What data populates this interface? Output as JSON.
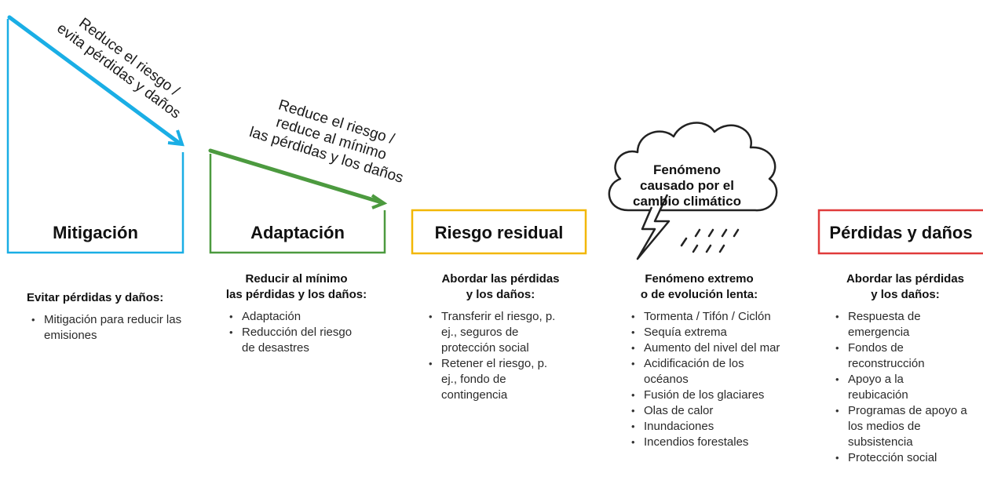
{
  "colors": {
    "mitigation": "#1aaee5",
    "adaptation": "#4c9a3f",
    "residual": "#f2b705",
    "loss": "#e03b3b",
    "outline": "#222222"
  },
  "arrows": {
    "mitigation_label": [
      "Reduce el riesgo /",
      "evita pérdidas y daños"
    ],
    "adaptation_label": [
      "Reduce el riesgo /",
      "reduce al mínimo",
      "las pérdidas y los daños"
    ]
  },
  "boxes": {
    "mitigation": "Mitigación",
    "adaptation": "Adaptación",
    "residual": "Riesgo residual",
    "loss": "Pérdidas y daños"
  },
  "cloud": {
    "lines": [
      "Fenómeno",
      "causado por el",
      "cambio climático"
    ],
    "icons": [
      "cloud-icon",
      "lightning-icon",
      "rain-icon"
    ]
  },
  "columns": {
    "mitigation": {
      "heading": [
        "Evitar pérdidas y daños:"
      ],
      "items": [
        "Mitigación para reducir las emisiones"
      ]
    },
    "adaptation": {
      "heading": [
        "Reducir al mínimo",
        "las pérdidas y los daños:"
      ],
      "items": [
        "Adaptación",
        "Reducción del riesgo de desastres"
      ]
    },
    "residual": {
      "heading": [
        "Abordar las pérdidas",
        "y los daños:"
      ],
      "items": [
        "Transferir el riesgo, p. ej., seguros de protección social",
        "Retener el riesgo, p. ej., fondo de contingencia"
      ]
    },
    "event": {
      "heading": [
        "Fenómeno extremo",
        "o de evolución lenta:"
      ],
      "items": [
        "Tormenta / Tifón / Ciclón",
        "Sequía extrema",
        "Aumento del nivel del mar",
        "Acidificación de los océanos",
        "Fusión de los glaciares",
        "Olas de calor",
        "Inundaciones",
        "Incendios forestales"
      ]
    },
    "loss": {
      "heading": [
        "Abordar las pérdidas",
        "y los daños:"
      ],
      "items": [
        "Respuesta de emergencia",
        "Fondos de reconstrucción",
        "Apoyo a la reubicación",
        "Programas de apoyo a los medios de subsistencia",
        "Protección social"
      ]
    }
  }
}
